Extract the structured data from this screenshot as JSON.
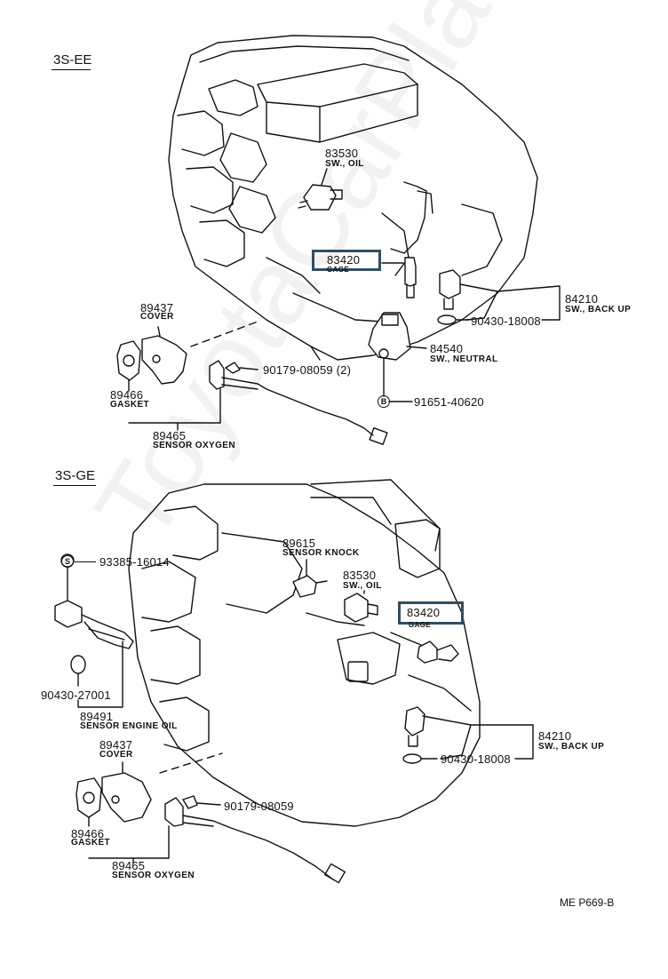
{
  "watermark": "ToyotaCarPlane.ru",
  "footer": {
    "ref": "ME  P669-B"
  },
  "top": {
    "section": "3S-EE",
    "parts": {
      "p83530": {
        "num": "83530",
        "name": "SW., OIL"
      },
      "p83420": {
        "num": "83420",
        "name": "GAGE"
      },
      "p84210": {
        "num": "84210",
        "name": "SW., BACK UP"
      },
      "p90430": {
        "num": "90430-18008"
      },
      "p84540": {
        "num": "84540",
        "name": "SW., NEUTRAL"
      },
      "p91651": {
        "num": "91651-40620",
        "marker": "B"
      },
      "p89437": {
        "num": "89437",
        "name": "COVER"
      },
      "p90179": {
        "num": "90179-08059 (2)"
      },
      "p89466": {
        "num": "89466",
        "name": "GASKET"
      },
      "p89465": {
        "num": "89465",
        "name": "SENSOR OXYGEN"
      }
    }
  },
  "bottom": {
    "section": "3S-GE",
    "parts": {
      "p89615": {
        "num": "89615",
        "name": "SENSOR KNOCK"
      },
      "p83530": {
        "num": "83530",
        "name": "SW., OIL"
      },
      "p83420": {
        "num": "83420",
        "name": "GAGE"
      },
      "p93385": {
        "num": "93385-16014",
        "marker": "S"
      },
      "p90430a": {
        "num": "90430-27001"
      },
      "p89491": {
        "num": "89491",
        "name": "SENSOR ENGINE OIL"
      },
      "p89437": {
        "num": "89437",
        "name": "COVER"
      },
      "p90179": {
        "num": "90179-08059"
      },
      "p89466": {
        "num": "89466",
        "name": "GASKET"
      },
      "p89465": {
        "num": "89465",
        "name": "SENSOR OXYGEN"
      },
      "p84210": {
        "num": "84210",
        "name": "SW., BACK UP"
      },
      "p90430": {
        "num": "90430-18008"
      }
    }
  }
}
